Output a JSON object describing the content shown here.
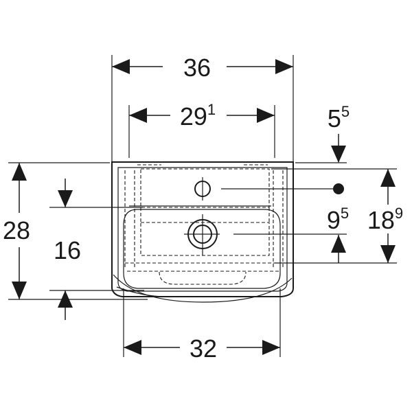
{
  "diagram": {
    "dimensions": {
      "overall_width": {
        "main": "36",
        "sup": ""
      },
      "tap_hole_spacing": {
        "main": "29",
        "sup": "1"
      },
      "top_offset": {
        "main": "5",
        "sup": "5"
      },
      "overall_depth": {
        "main": "28",
        "sup": ""
      },
      "bowl_depth": {
        "main": "16",
        "sup": ""
      },
      "drain_offset": {
        "main": "9",
        "sup": "5"
      },
      "side_height": {
        "main": "18",
        "sup": "9"
      },
      "bowl_width": {
        "main": "32",
        "sup": ""
      }
    },
    "colors": {
      "ink": "#1a1a1a",
      "background": "#ffffff"
    }
  }
}
